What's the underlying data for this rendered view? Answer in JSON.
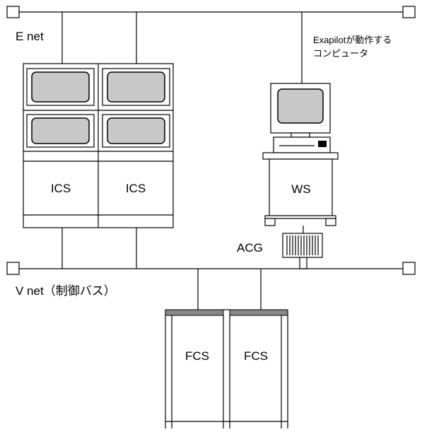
{
  "labels": {
    "enet": "E net",
    "exapilot_line1": "Exapilotが動作する",
    "exapilot_line2": "コンピュータ",
    "ics_left": "ICS",
    "ics_right": "ICS",
    "ws": "WS",
    "acg": "ACG",
    "vnet": "V net（制御バス）",
    "fcs_left": "FCS",
    "fcs_right": "FCS"
  }
}
